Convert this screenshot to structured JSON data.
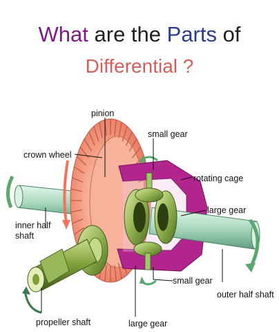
{
  "title": {
    "part1": "What",
    "part2": "are the",
    "part3": "Parts",
    "part4": "of"
  },
  "subtitle": "Differential ?",
  "labels": {
    "pinion": "pinion",
    "small_gear_top": "small gear",
    "crown_wheel": "crown wheel",
    "rotating_cage": "rotating cage",
    "large_gear_right": "large gear",
    "inner_half_shaft_1": "inner half",
    "inner_half_shaft_2": "shaft",
    "small_gear_bottom": "small gear",
    "outer_half_shaft": "outer  half shaft",
    "propeller_shaft": "propeller shaft",
    "large_gear_bottom": "large gear"
  },
  "colors": {
    "title_what": "#7b1c86",
    "title_parts": "#2a3c8c",
    "subtitle": "#d1605a",
    "crown_wheel": "#f08a6e",
    "cage": "#b2258f",
    "shaft": "#bfe3cf",
    "gears": "#8fb04e",
    "arrow": "#5aa870"
  }
}
